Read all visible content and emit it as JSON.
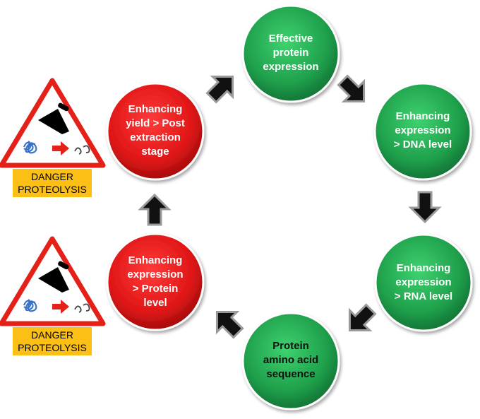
{
  "nodes": [
    {
      "id": "effective-protein-expression",
      "lines": [
        "Effective",
        "protein",
        "expression"
      ],
      "color": "green"
    },
    {
      "id": "enhancing-expression-dna-level",
      "lines": [
        "Enhancing",
        "expression",
        "> DNA level"
      ],
      "color": "green"
    },
    {
      "id": "enhancing-expression-rna-level",
      "lines": [
        "Enhancing",
        "expression",
        "> RNA level"
      ],
      "color": "green"
    },
    {
      "id": "protein-amino-acid-sequence",
      "lines": [
        "Protein",
        "amino acid",
        "sequence"
      ],
      "color": "green"
    },
    {
      "id": "enhancing-expression-protein-level",
      "lines": [
        "Enhancing",
        "expression",
        "> Protein",
        "level"
      ],
      "color": "red"
    },
    {
      "id": "enhancing-yield-post-extraction",
      "lines": [
        "Enhancing",
        "yield > Post",
        "extraction",
        "stage"
      ],
      "color": "red"
    }
  ],
  "warnings": [
    {
      "id": "warning-top",
      "lines": [
        "DANGER",
        "PROTEOLYSIS"
      ]
    },
    {
      "id": "warning-bottom",
      "lines": [
        "DANGER",
        "PROTEOLYSIS"
      ]
    }
  ],
  "colors": {
    "green": "#1e9f4c",
    "red": "#e51a1a",
    "arrow": "#111111",
    "warning_border": "#e32119",
    "warning_label": "#fbbf16"
  }
}
